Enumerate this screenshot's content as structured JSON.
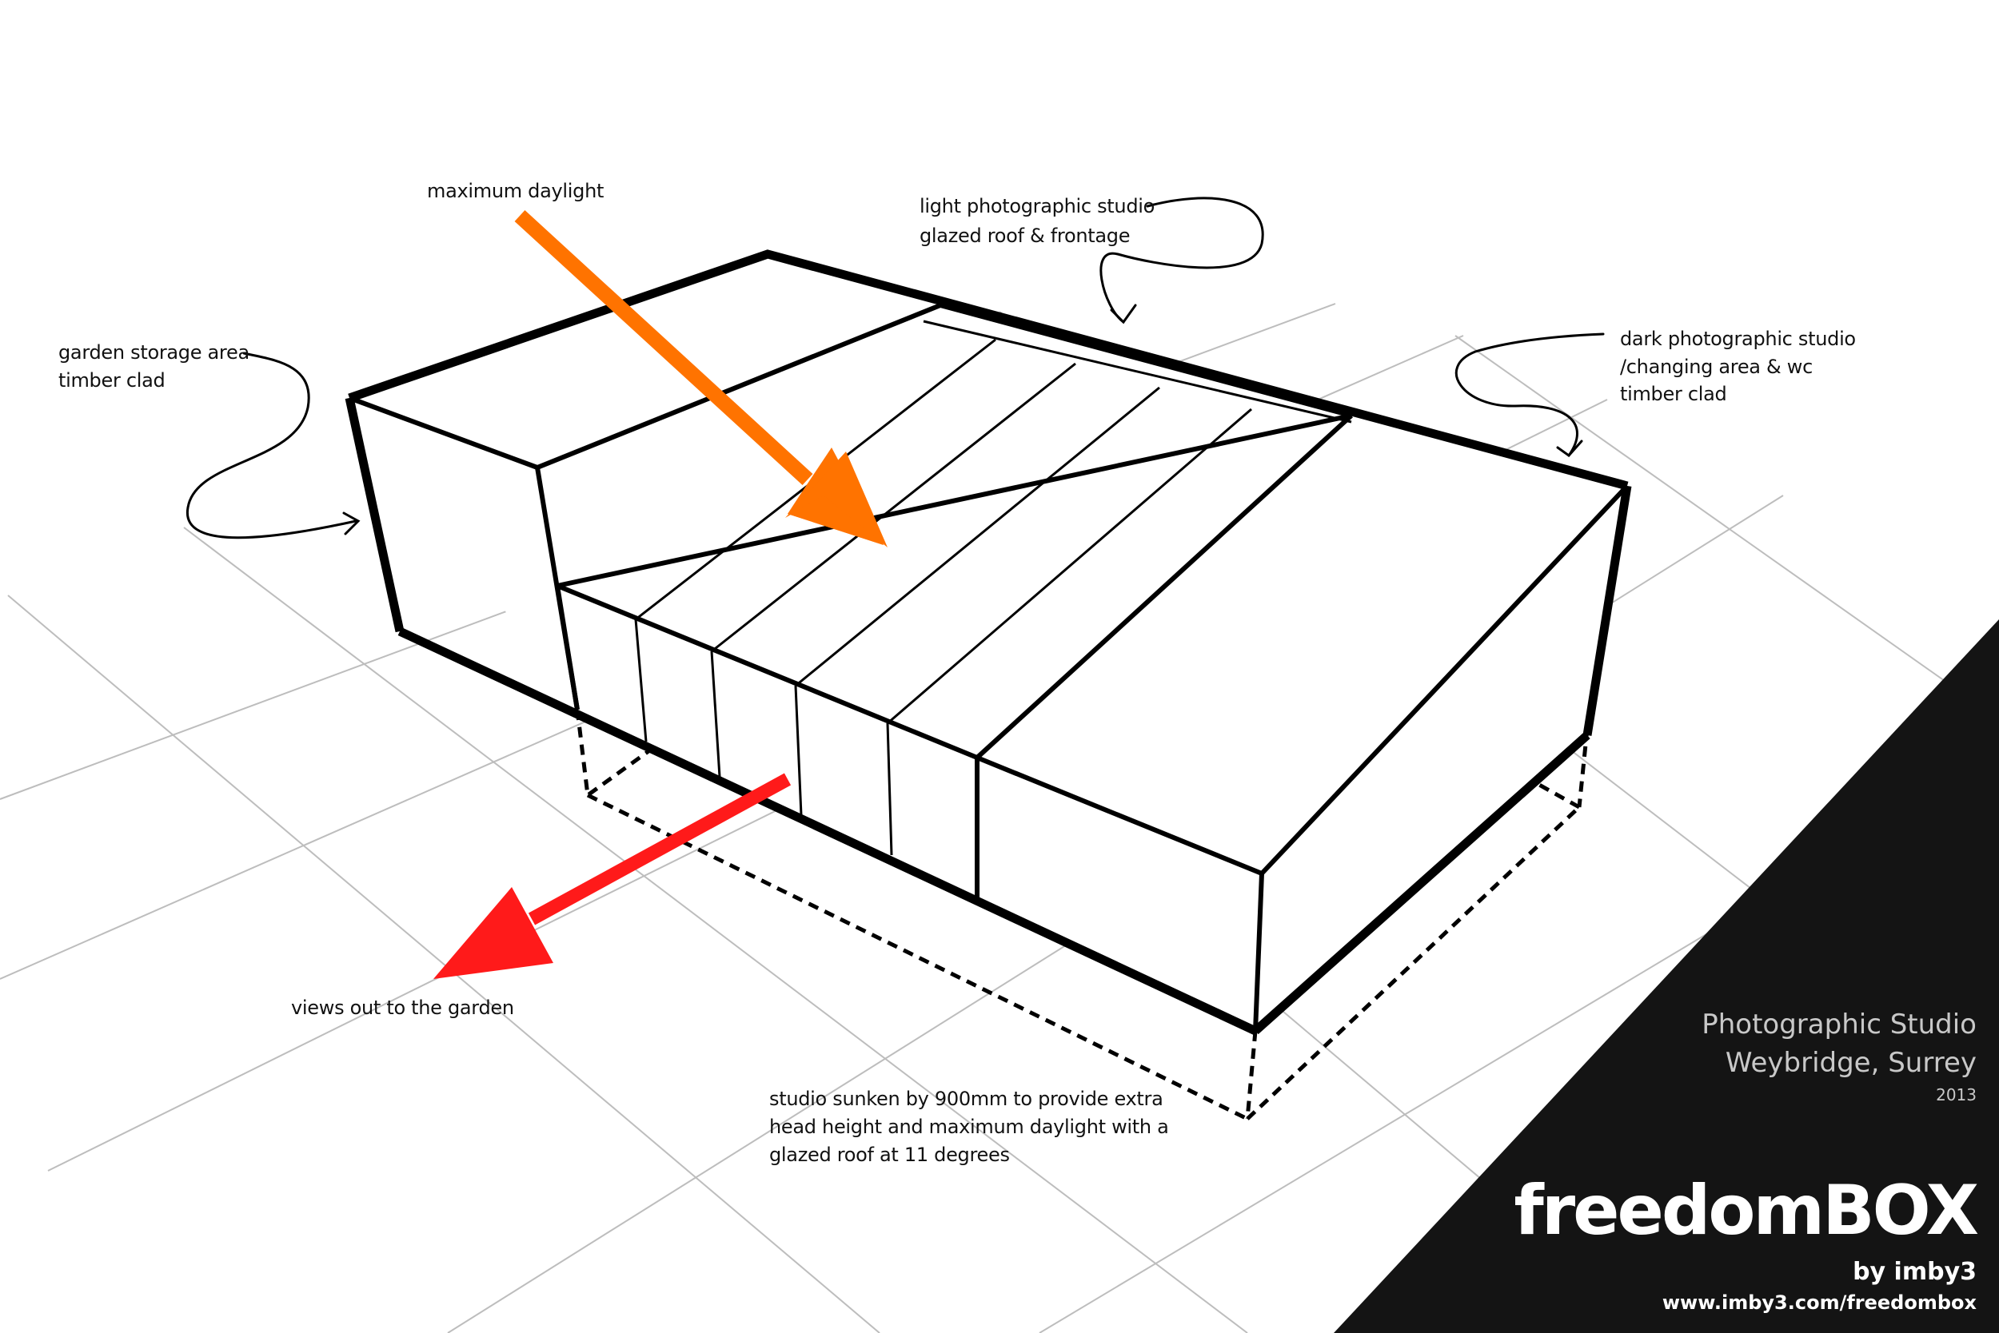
{
  "annotations": {
    "maximum_daylight": "maximum daylight",
    "light_studio_line1": "light photographic studio",
    "light_studio_line2": "glazed roof & frontage",
    "garden_storage_line1": "garden storage area",
    "garden_storage_line2": "timber clad",
    "dark_studio_line1": "dark photographic studio",
    "dark_studio_line2": "/changing area & wc",
    "dark_studio_line3": "timber clad",
    "views_out": "views out to the garden",
    "sunken_line1": "studio sunken by 900mm to provide extra",
    "sunken_line2": "head height and maximum daylight with a",
    "sunken_line3": "glazed roof at 11 degrees"
  },
  "brand": {
    "project_name": "Photographic Studio",
    "location": "Weybridge, Surrey",
    "year": "2013",
    "logo": "freedomBOX",
    "byline": "by imby3",
    "url": "www.imby3.com/freedombox"
  },
  "colors": {
    "daylight_arrow": "#ff7300",
    "views_arrow": "#ff1a1a",
    "corner_panel": "#141414",
    "grid": "#bdbdbd",
    "outline": "#000000"
  }
}
